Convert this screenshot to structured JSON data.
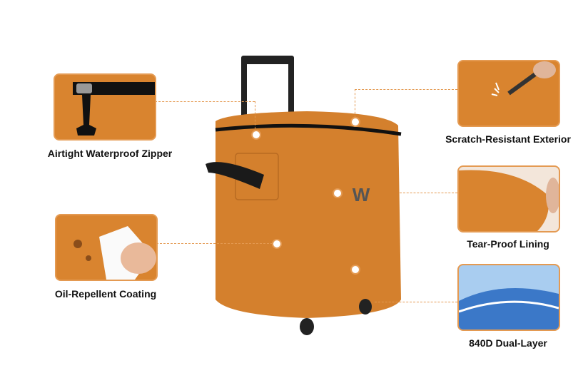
{
  "features": [
    {
      "label": "Airtight Waterproof Zipper"
    },
    {
      "label": "Oil-Repellent Coating"
    },
    {
      "label": "Scratch-Resistant Exterior"
    },
    {
      "label": "Tear-Proof Lining"
    },
    {
      "label": "840D Dual-Layer"
    }
  ],
  "colors": {
    "accent": "#e49a52",
    "product": "#d9842f"
  }
}
